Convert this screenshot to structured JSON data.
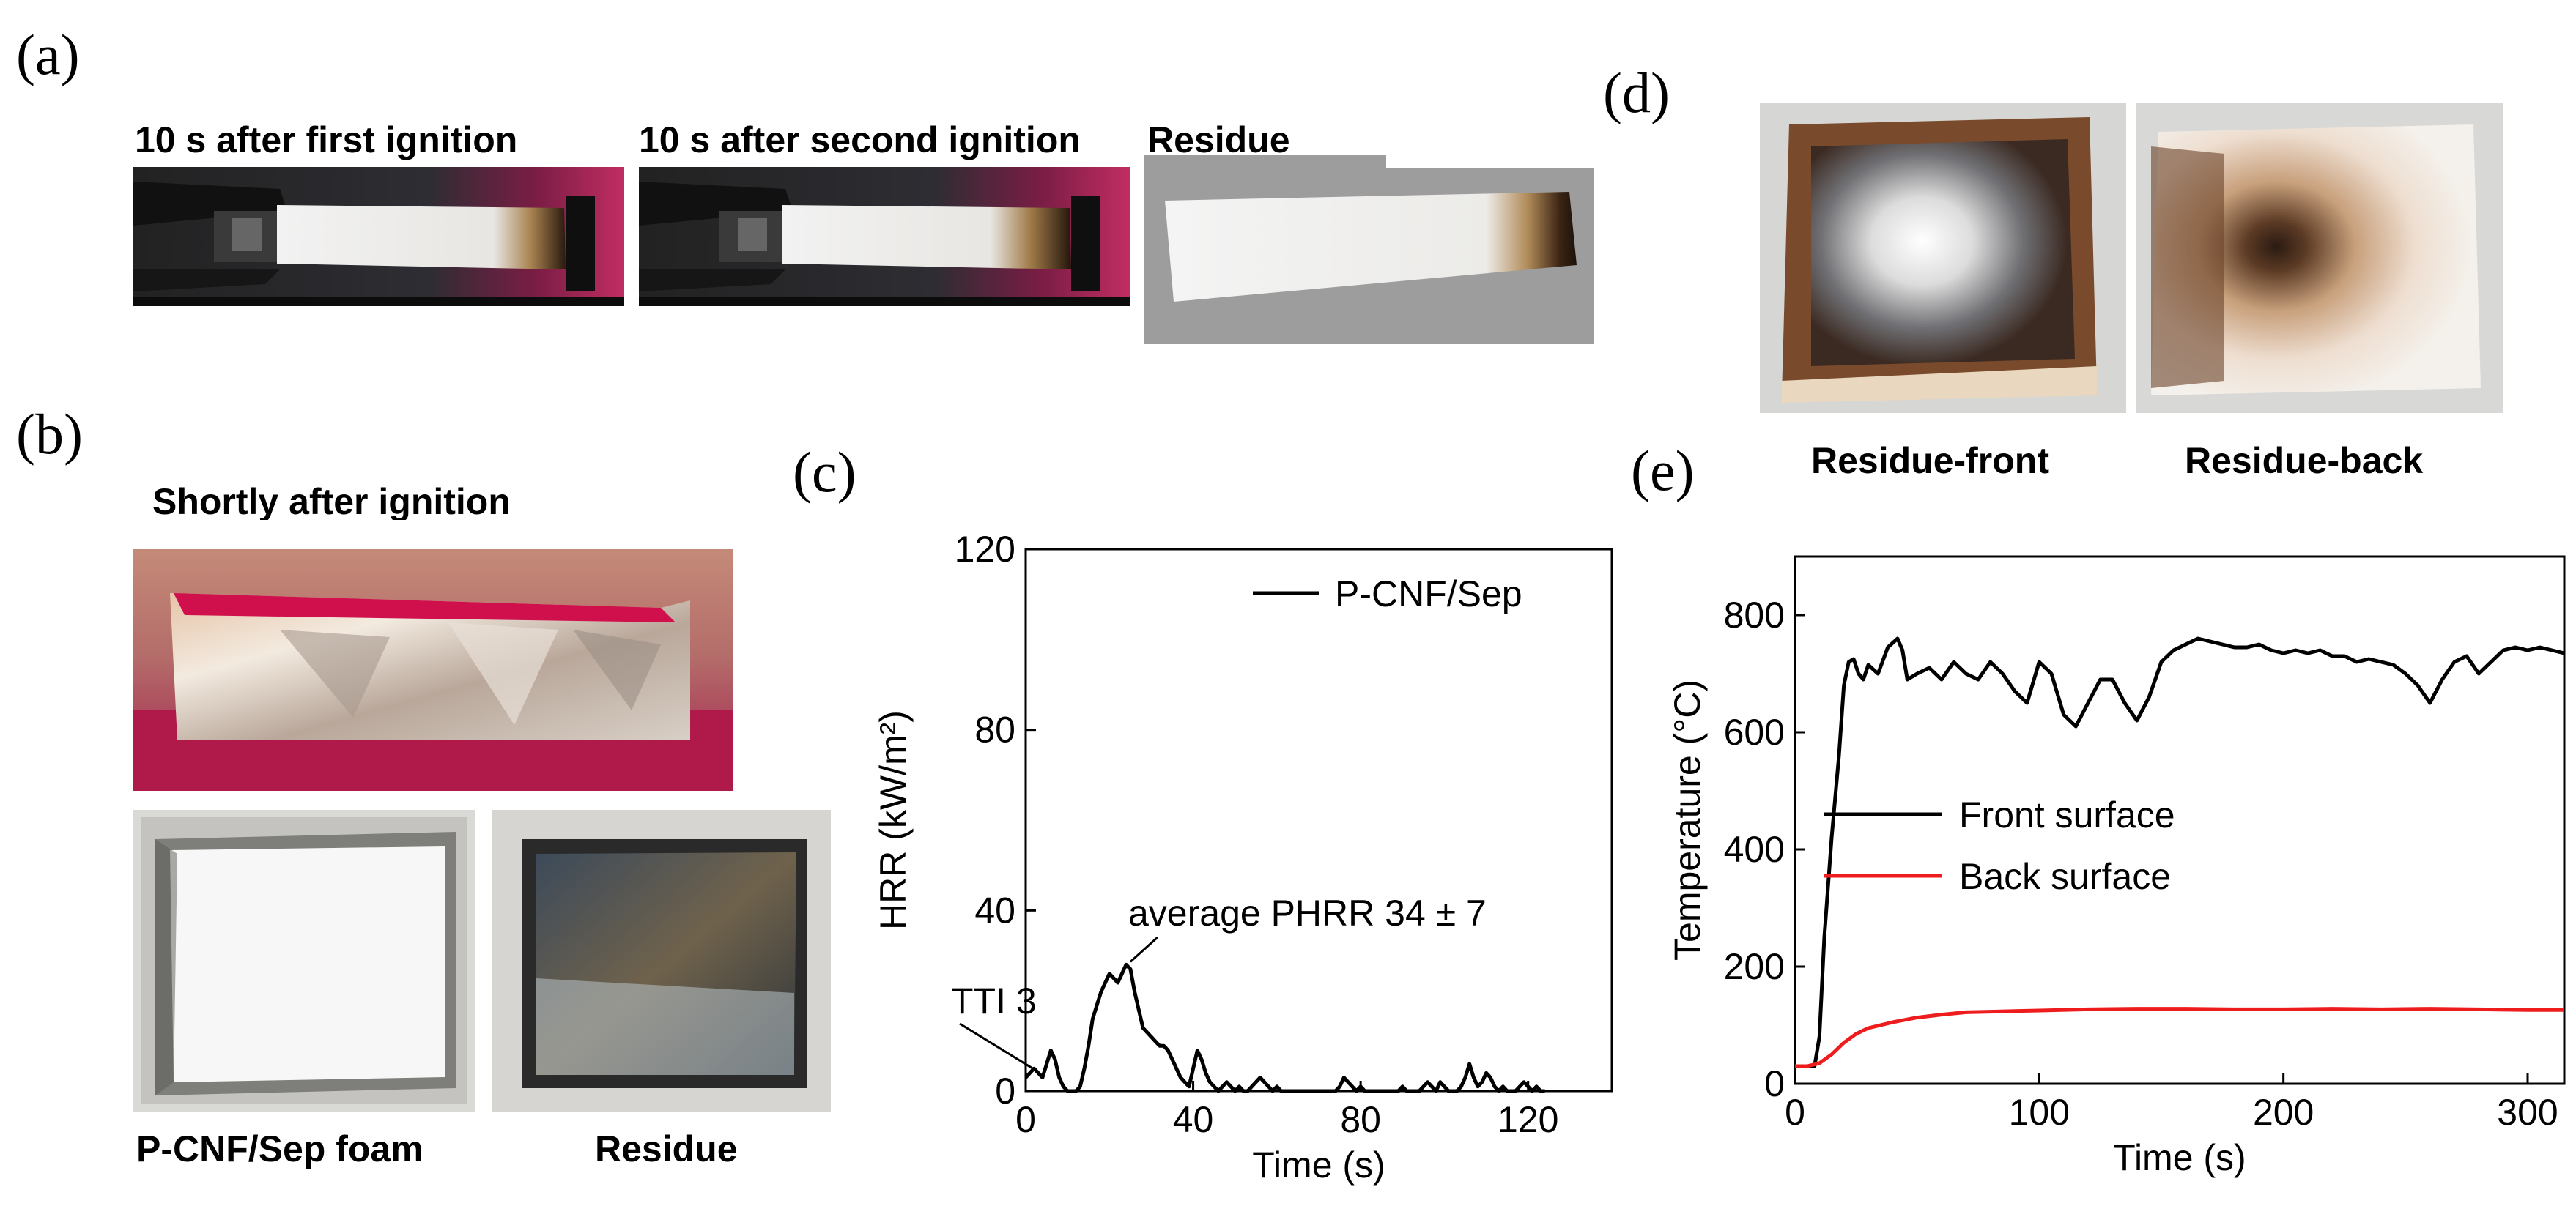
{
  "panels": {
    "a": "(a)",
    "b": "(b)",
    "c": "(c)",
    "d": "(d)",
    "e": "(e)"
  },
  "captions": {
    "a1": "10 s after first ignition",
    "a2": "10 s after second ignition",
    "a3": "Residue",
    "b1": "Shortly after ignition",
    "b2": "P-CNF/Sep foam",
    "b3": "Residue",
    "d1": "Residue-front",
    "d2": "Residue-back"
  },
  "colors": {
    "front": "#000000",
    "back": "#ee1c1c",
    "foil": "#c9c9c9",
    "background_red": "#b51b4b"
  },
  "chart_data": [
    {
      "type": "line",
      "xlabel": "Time (s)",
      "ylabel": "HRR (kW/m²)",
      "xlim": [
        0,
        140
      ],
      "ylim": [
        0,
        120
      ],
      "xticks": [
        0,
        40,
        80,
        120
      ],
      "yticks": [
        0,
        40,
        80,
        120
      ],
      "grid": false,
      "legend": "top-right",
      "series": [
        {
          "name": "P-CNF/Sep",
          "color": "#000000",
          "x": [
            0,
            1,
            2,
            3,
            4,
            5,
            6,
            7,
            8,
            9,
            10,
            11,
            12,
            13,
            14,
            15,
            16,
            17,
            18,
            19,
            20,
            21,
            22,
            23,
            24,
            25,
            26,
            27,
            28,
            29,
            30,
            31,
            32,
            33,
            34,
            35,
            36,
            37,
            38,
            39,
            40,
            41,
            42,
            43,
            44,
            45,
            46,
            47,
            48,
            49,
            50,
            51,
            52,
            53,
            54,
            55,
            56,
            57,
            58,
            59,
            60,
            61,
            62,
            63,
            64,
            65,
            66,
            67,
            68,
            69,
            70,
            71,
            72,
            73,
            74,
            75,
            76,
            77,
            78,
            79,
            80,
            81,
            82,
            83,
            84,
            85,
            86,
            87,
            88,
            89,
            90,
            91,
            92,
            93,
            94,
            95,
            96,
            97,
            98,
            99,
            100,
            101,
            102,
            103,
            104,
            105,
            106,
            107,
            108,
            109,
            110,
            111,
            112,
            113,
            114,
            115,
            116,
            117,
            118,
            119,
            120,
            121,
            122,
            123,
            124
          ],
          "y": [
            3,
            4,
            5,
            4,
            3,
            6,
            9,
            7,
            3,
            1,
            0,
            0,
            0,
            1,
            5,
            10,
            16,
            19,
            22,
            24,
            26,
            25,
            24,
            26,
            28,
            27,
            22,
            18,
            14,
            13,
            12,
            11,
            10,
            10,
            9,
            7,
            5,
            3,
            2,
            1,
            5,
            9,
            7,
            4,
            2,
            1,
            0,
            1,
            2,
            1,
            0,
            1,
            0,
            0,
            1,
            2,
            3,
            2,
            1,
            0,
            1,
            0,
            0,
            0,
            0,
            0,
            0,
            0,
            0,
            0,
            0,
            0,
            0,
            0,
            0,
            1,
            3,
            2,
            1,
            0,
            1,
            0,
            0,
            0,
            0,
            0,
            0,
            0,
            0,
            0,
            1,
            0,
            0,
            0,
            0,
            1,
            2,
            1,
            0,
            2,
            1,
            0,
            0,
            0,
            1,
            3,
            6,
            3,
            1,
            2,
            4,
            3,
            1,
            0,
            1,
            0,
            0,
            0,
            1,
            2,
            1,
            0,
            1,
            0,
            0
          ]
        }
      ],
      "annotations": {
        "peak": "average PHRR 34 ± 7",
        "tti": "TTI 3"
      }
    },
    {
      "type": "line",
      "xlabel": "Time (s)",
      "ylabel": "Temperature (°C)",
      "xlim": [
        0,
        315
      ],
      "ylim": [
        0,
        900
      ],
      "xticks": [
        0,
        100,
        200,
        300
      ],
      "yticks": [
        0,
        200,
        400,
        600,
        800
      ],
      "grid": false,
      "legend": "center-left",
      "series": [
        {
          "name": "Front surface",
          "color": "#000000",
          "x": [
            0,
            5,
            8,
            10,
            12,
            15,
            18,
            20,
            22,
            24,
            26,
            28,
            30,
            34,
            38,
            42,
            44,
            46,
            50,
            55,
            60,
            65,
            70,
            75,
            80,
            85,
            90,
            95,
            100,
            105,
            110,
            115,
            120,
            125,
            130,
            135,
            140,
            145,
            150,
            155,
            160,
            165,
            170,
            175,
            180,
            185,
            190,
            195,
            200,
            205,
            210,
            215,
            220,
            225,
            230,
            235,
            240,
            245,
            250,
            255,
            260,
            265,
            270,
            275,
            280,
            285,
            290,
            295,
            300,
            305,
            310,
            315
          ],
          "y": [
            30,
            30,
            30,
            80,
            250,
            420,
            560,
            680,
            720,
            725,
            700,
            690,
            715,
            700,
            745,
            760,
            740,
            690,
            700,
            710,
            690,
            720,
            700,
            690,
            720,
            700,
            670,
            650,
            720,
            700,
            630,
            610,
            650,
            690,
            690,
            650,
            620,
            660,
            720,
            740,
            750,
            760,
            755,
            750,
            745,
            745,
            750,
            740,
            735,
            740,
            735,
            740,
            730,
            730,
            720,
            725,
            720,
            715,
            700,
            680,
            650,
            690,
            720,
            730,
            700,
            720,
            740,
            745,
            740,
            745,
            740,
            735
          ]
        },
        {
          "name": "Back surface",
          "color": "#ee1c1c",
          "x": [
            0,
            5,
            10,
            15,
            20,
            25,
            30,
            40,
            50,
            60,
            70,
            80,
            90,
            100,
            120,
            140,
            160,
            180,
            200,
            220,
            240,
            260,
            280,
            300,
            315
          ],
          "y": [
            30,
            30,
            35,
            50,
            70,
            85,
            95,
            105,
            113,
            118,
            122,
            123,
            124,
            125,
            127,
            128,
            128,
            127,
            127,
            128,
            127,
            128,
            127,
            126,
            126
          ]
        }
      ]
    }
  ]
}
